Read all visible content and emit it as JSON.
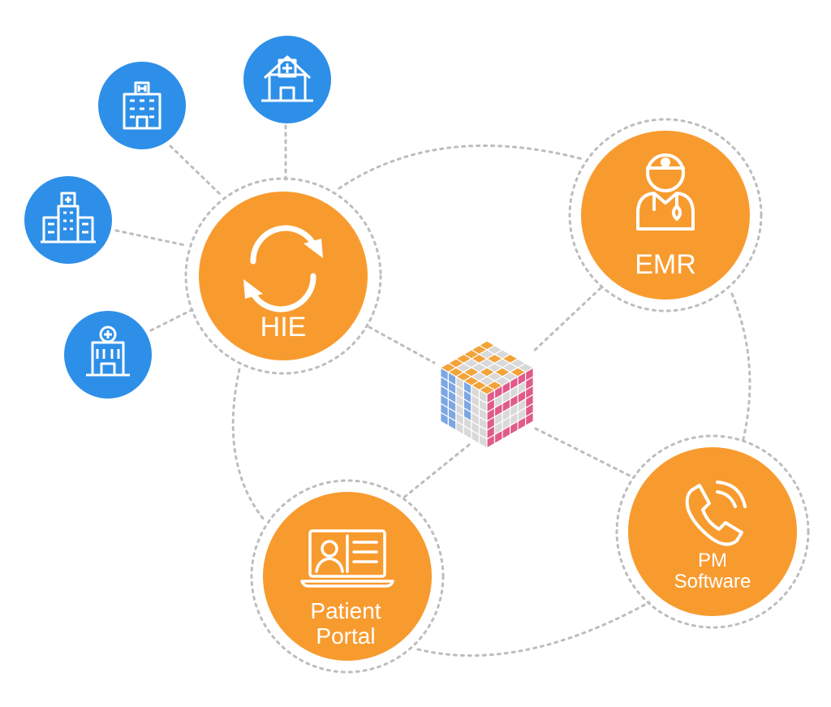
{
  "colors": {
    "orange": "#F89B2F",
    "blue": "#2E8FE8",
    "connector": "#BDBDBD",
    "cube_orange": "#F2A33A",
    "cube_blue": "#7DA7E3",
    "cube_pink": "#E05A8A",
    "cube_gray": "#D9D9D9"
  },
  "nodes": {
    "hie": {
      "label": "HIE",
      "icon": "sync-arrows-icon"
    },
    "emr": {
      "label": "EMR",
      "icon": "doctor-icon"
    },
    "pm_software": {
      "label_line1": "PM",
      "label_line2": "Software",
      "icon": "phone-ringing-icon"
    },
    "patient_portal": {
      "label_line1": "Patient",
      "label_line2": "Portal",
      "icon": "laptop-patient-record-icon"
    }
  },
  "facilities": [
    {
      "icon": "hospital-building-icon"
    },
    {
      "icon": "clinic-cross-icon"
    },
    {
      "icon": "hospital-complex-icon"
    },
    {
      "icon": "medical-center-icon"
    }
  ],
  "center": {
    "icon": "integration-cube-icon"
  }
}
